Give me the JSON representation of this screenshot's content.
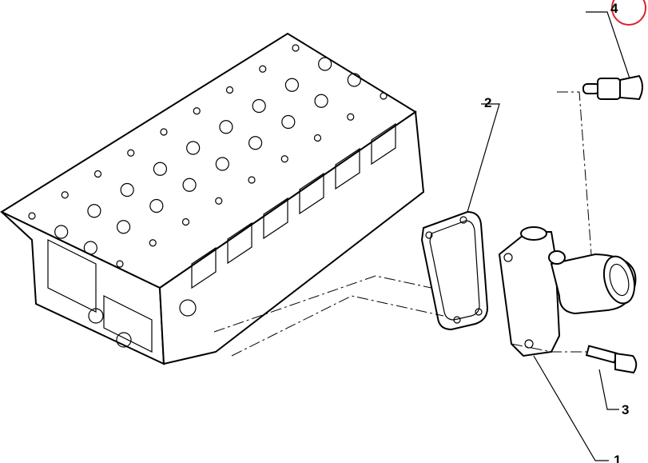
{
  "diagram": {
    "callouts": [
      {
        "number": "1",
        "part": "thermostat-housing"
      },
      {
        "number": "2",
        "part": "gasket"
      },
      {
        "number": "3",
        "part": "bolt"
      },
      {
        "number": "4",
        "part": "temperature-sensor",
        "highlighted": true
      }
    ],
    "highlight_color": "#d9232a"
  }
}
